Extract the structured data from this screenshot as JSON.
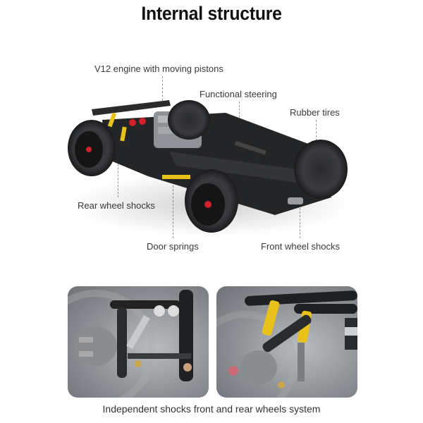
{
  "title": "Internal structure",
  "callouts": [
    {
      "id": "engine",
      "label": "V12 engine with moving pistons"
    },
    {
      "id": "steering",
      "label": "Functional steering"
    },
    {
      "id": "tires",
      "label": "Rubber tires"
    },
    {
      "id": "rear_shocks",
      "label": "Rear wheel shocks"
    },
    {
      "id": "door_springs",
      "label": "Door springs"
    },
    {
      "id": "front_shocks",
      "label": "Front wheel shocks"
    }
  ],
  "images": {
    "main": "technic-car-chassis-render",
    "detail_left": "front-suspension-closeup",
    "detail_right": "rear-suspension-closeup"
  },
  "caption": "Independent shocks front and rear wheels system",
  "colors": {
    "accent_yellow": "#e8c21a",
    "accent_red": "#d0202a",
    "part_black": "#1e1f21",
    "part_grey": "#9a9da0"
  }
}
